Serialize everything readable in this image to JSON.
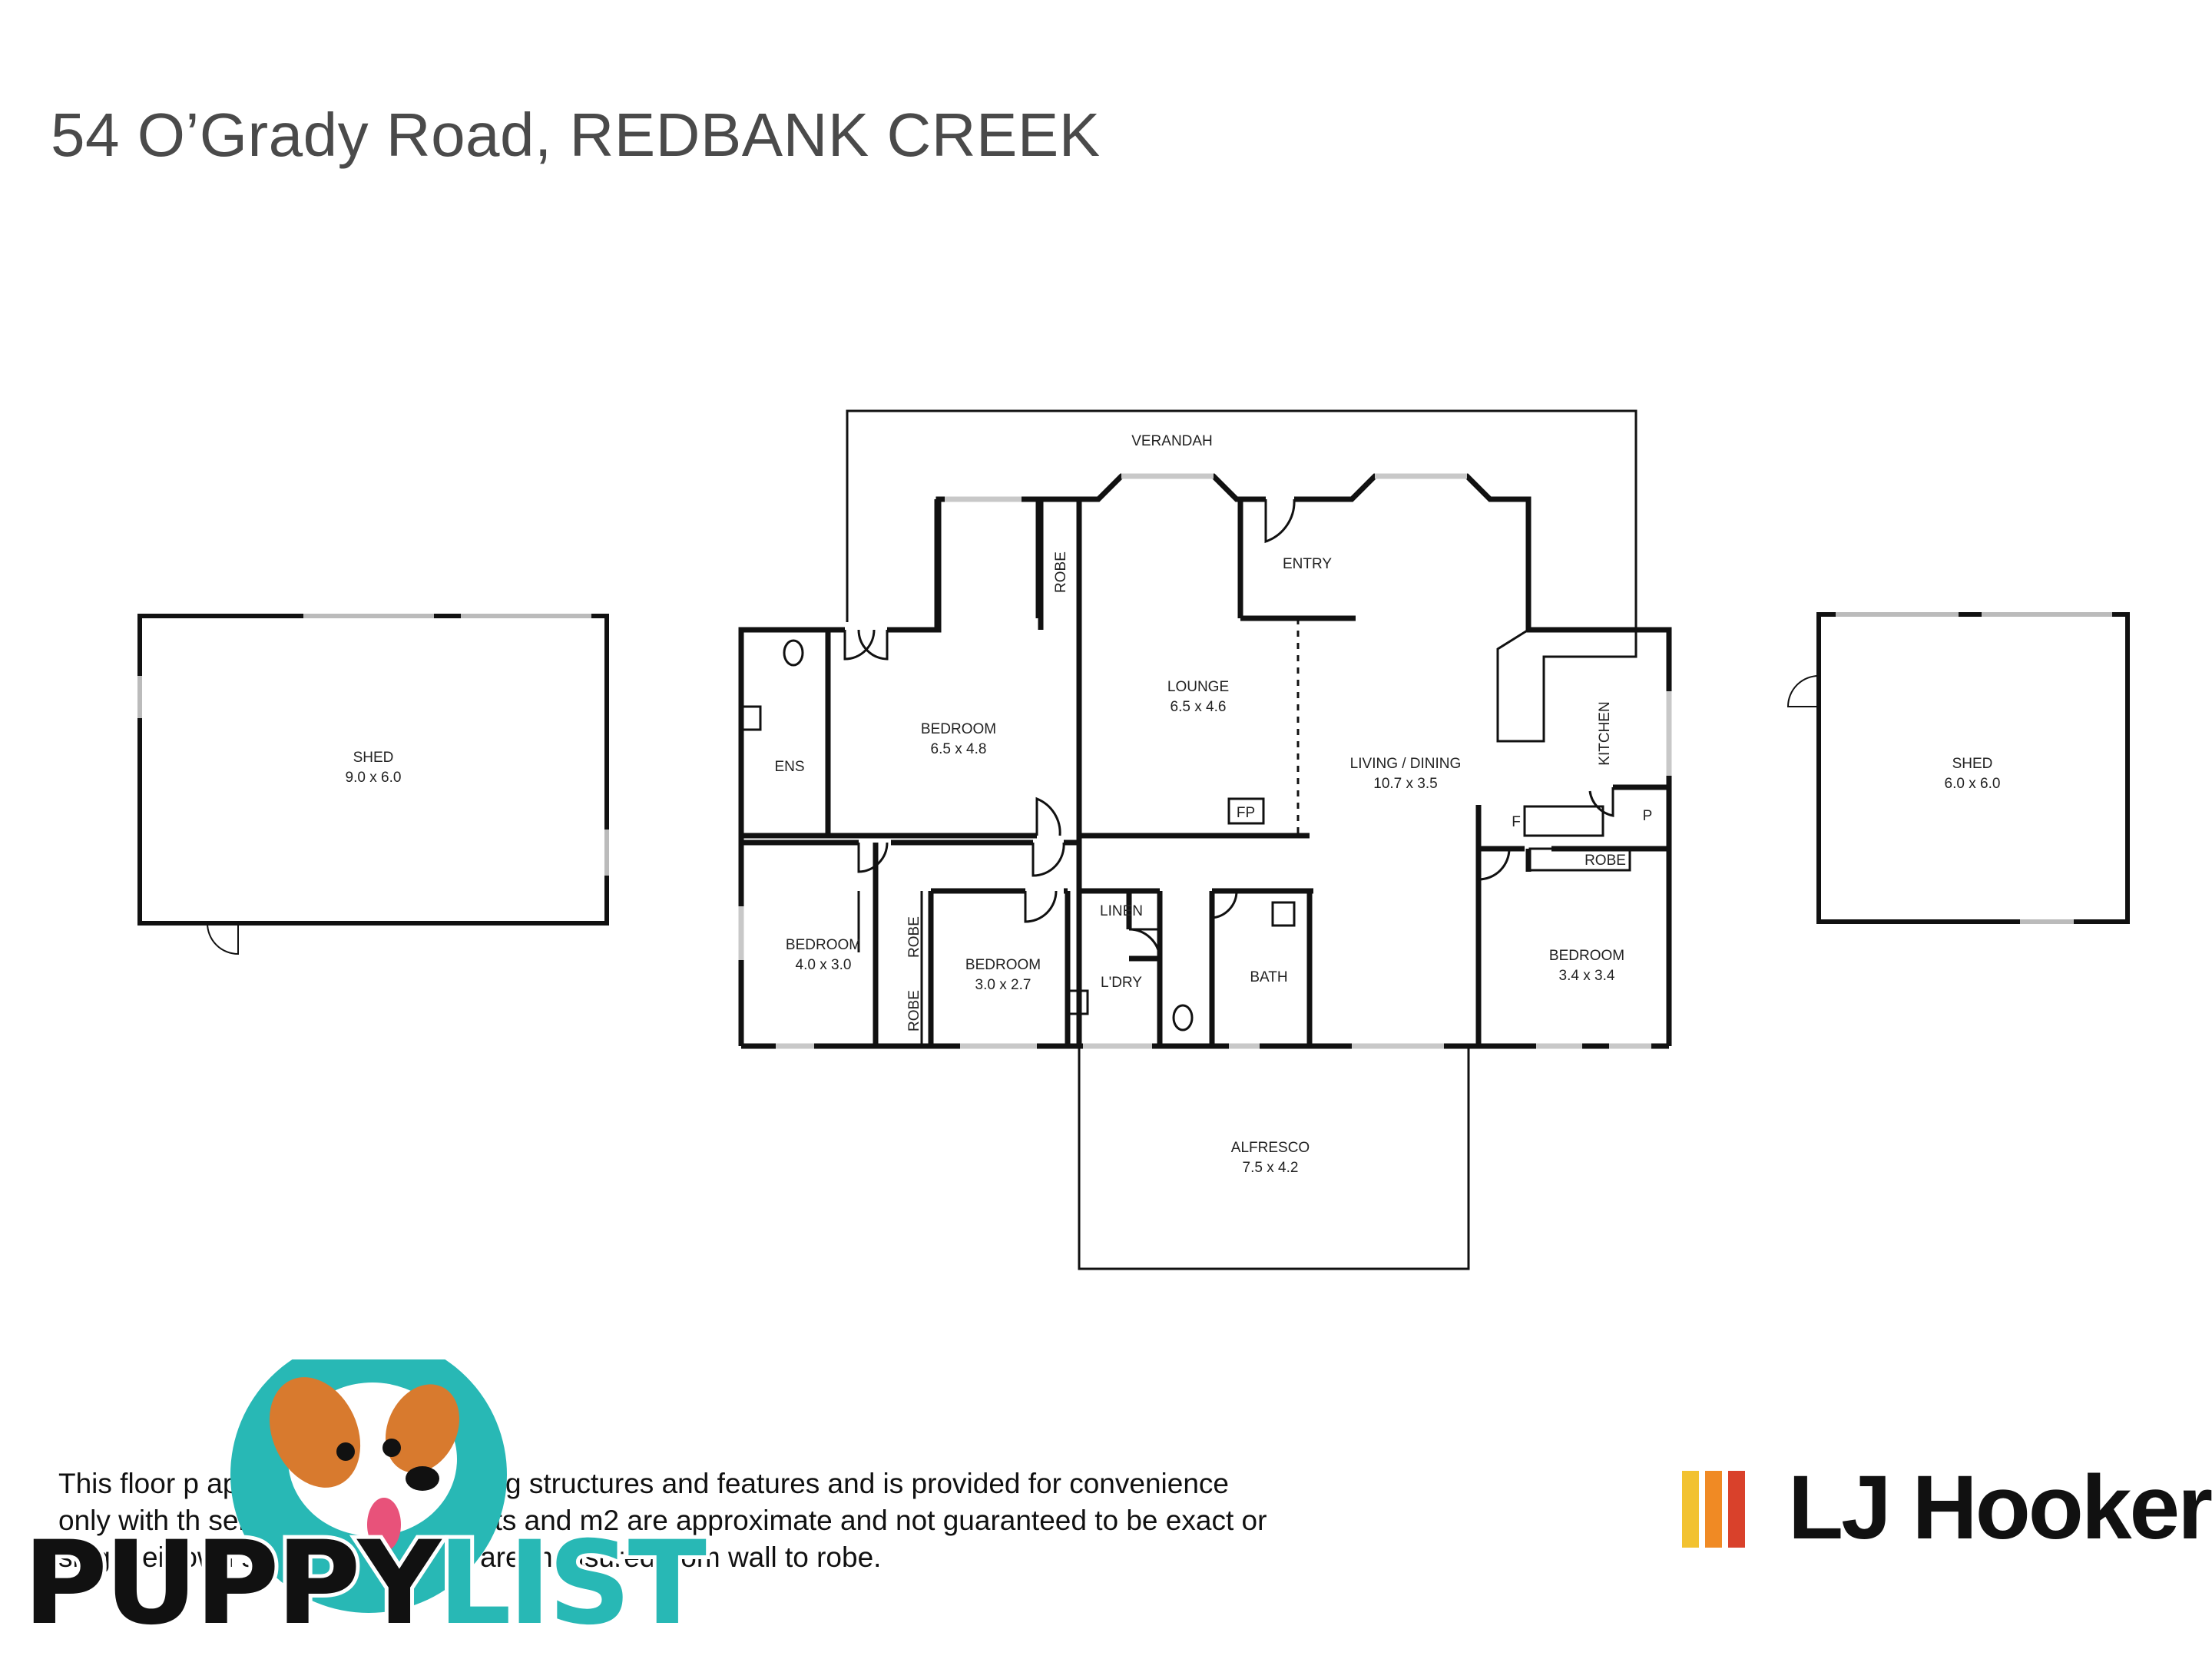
{
  "title": "54 O’Grady Road, REDBANK CREEK",
  "rooms": {
    "verandah": {
      "name": "VERANDAH"
    },
    "shed_left": {
      "name": "SHED",
      "dim": "9.0 x 6.0"
    },
    "shed_right": {
      "name": "SHED",
      "dim": "6.0 x 6.0"
    },
    "entry": {
      "name": "ENTRY"
    },
    "lounge": {
      "name": "LOUNGE",
      "dim": "6.5 x 4.6"
    },
    "living": {
      "name": "LIVING / DINING",
      "dim": "10.7 x 3.5"
    },
    "kitchen": {
      "name": "KITCHEN"
    },
    "bedroom_main": {
      "name": "BEDROOM",
      "dim": "6.5 x 4.8"
    },
    "ens": {
      "name": "ENS"
    },
    "robe_main": {
      "name": "ROBE"
    },
    "bedroom2": {
      "name": "BEDROOM",
      "dim": "4.0 x 3.0"
    },
    "bedroom3": {
      "name": "BEDROOM",
      "dim": "3.0 x 2.7"
    },
    "robe2a": {
      "name": "ROBE"
    },
    "robe2b": {
      "name": "ROBE"
    },
    "linen": {
      "name": "LINEN"
    },
    "laundry": {
      "name": "L'DRY"
    },
    "bath": {
      "name": "BATH"
    },
    "bedroom4": {
      "name": "BEDROOM",
      "dim": "3.4 x 3.4"
    },
    "robe4": {
      "name": "ROBE"
    },
    "fp": {
      "name": "FP"
    },
    "f": {
      "name": "F"
    },
    "p": {
      "name": "P"
    },
    "alfresco": {
      "name": "ALFRESCO",
      "dim": "7.5 x 4.2"
    }
  },
  "disclaimer": {
    "line1": "This floor p                    approximation of existing structures and features and is provided for convenience",
    "line2": "only with th                      seller. All measurements and m2 are approximate and not guaranteed to be exact or",
    "line3": "                                         sing their own source. Bedrooms are measured from wall to robe."
  },
  "brand": {
    "name": "LJ Hooker",
    "stripe_colors": [
      "#f2c230",
      "#f08a24",
      "#d9412b"
    ]
  },
  "watermark": {
    "part1": "PUPPY",
    "part2": "LIST",
    "accent": "#28b8b5"
  }
}
